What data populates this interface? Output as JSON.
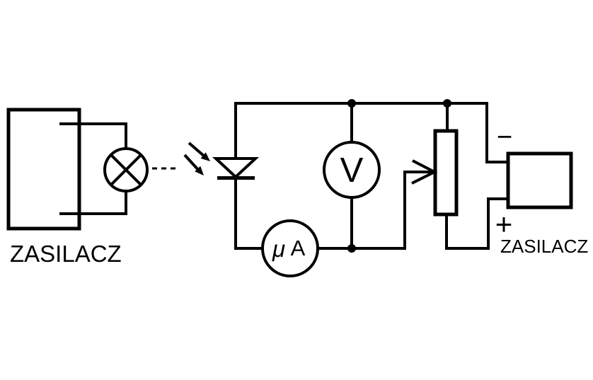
{
  "diagram": {
    "kind": "circuit-schematic",
    "colors": {
      "background": "#ffffff",
      "line": "#000000"
    },
    "left_supply": {
      "label": "ZASILACZ"
    },
    "lamp": {
      "icon": "lamp-cross-circle"
    },
    "photodiode": {
      "icon": "photodiode-with-light-arrows"
    },
    "meters": {
      "voltmeter_label": "V",
      "microammeter_mu": "μ",
      "microammeter_a": "A"
    },
    "potentiometer": {
      "icon": "potentiometer-with-wiper-arrow"
    },
    "right_supply": {
      "label": "ZASILACZ",
      "minus_terminal": "−",
      "plus_terminal": "+"
    }
  }
}
